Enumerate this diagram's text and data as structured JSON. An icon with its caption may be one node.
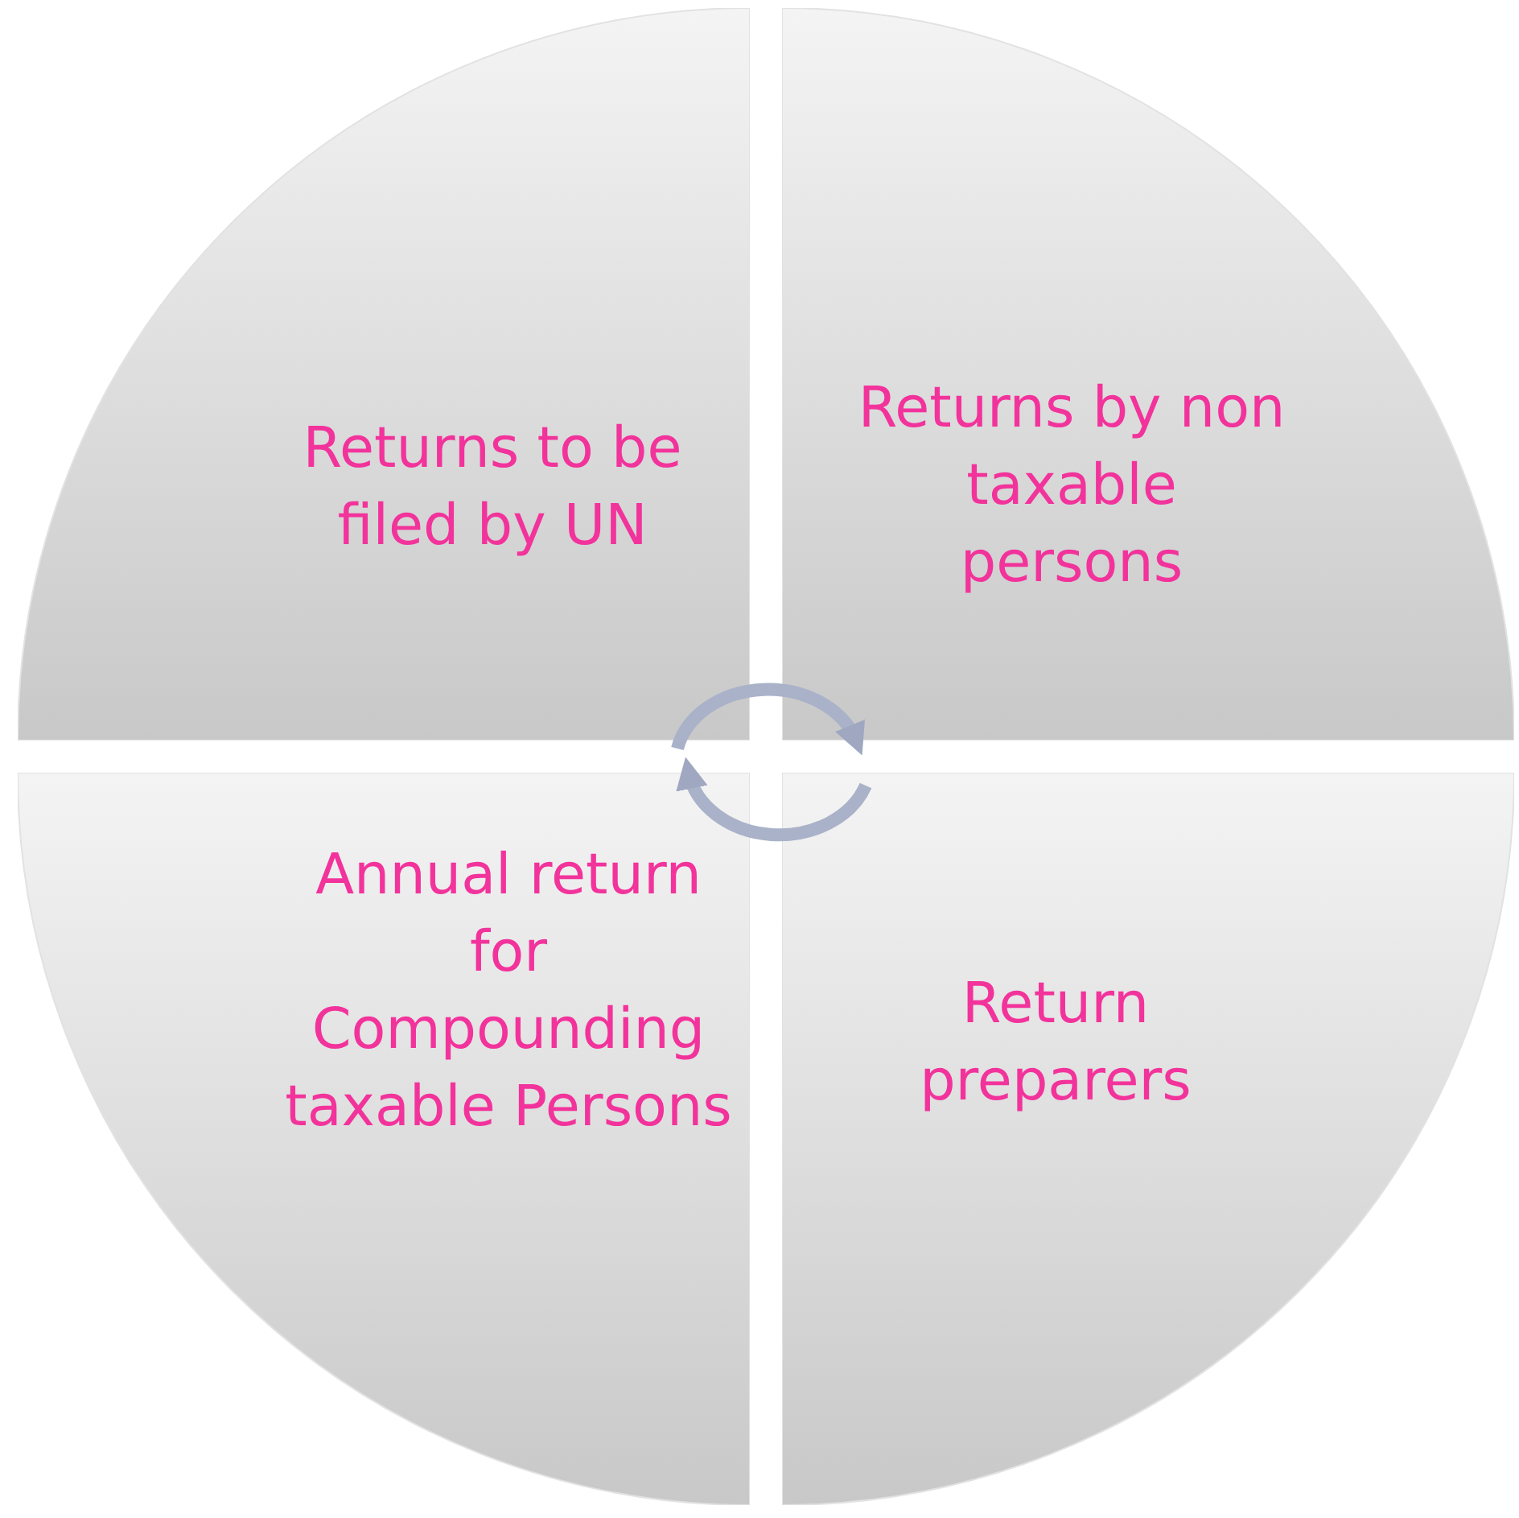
{
  "diagram": {
    "nodes": [
      {
        "text": [
          "Returns to be filed by UN"
        ]
      },
      {
        "text": [
          "Returns by non taxable persons"
        ]
      },
      {
        "text": [
          "Annual return for Compounding taxable Persons"
        ]
      },
      {
        "text": [
          "Return preparers"
        ]
      }
    ],
    "edges": [
      {
        "from": 0,
        "to": 1,
        "arrow": "to"
      },
      {
        "from": 3,
        "to": 2,
        "arrow": "to"
      }
    ]
  }
}
